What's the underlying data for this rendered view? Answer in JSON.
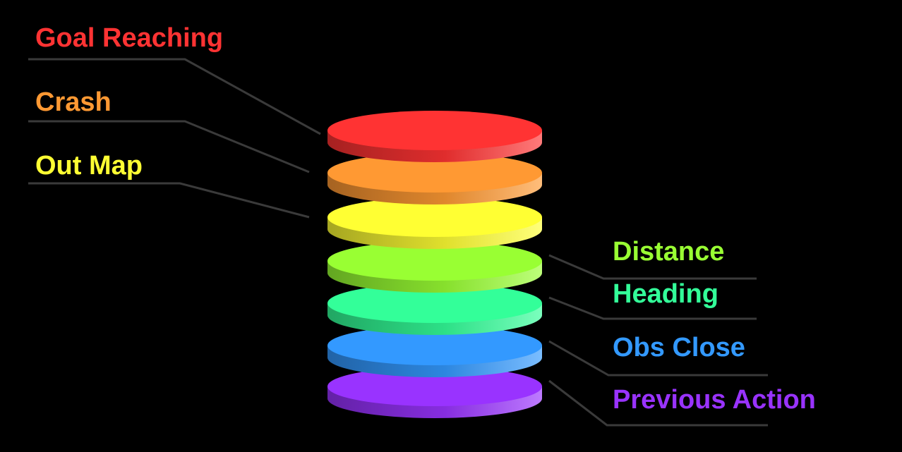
{
  "layers": [
    {
      "label": "Goal Reaching",
      "color": "#ff3333",
      "side": "left"
    },
    {
      "label": "Crash",
      "color": "#ff9933",
      "side": "left"
    },
    {
      "label": "Out Map",
      "color": "#ffff33",
      "side": "left"
    },
    {
      "label": "Distance",
      "color": "#99ff33",
      "side": "right"
    },
    {
      "label": "Heading",
      "color": "#33ff99",
      "side": "right"
    },
    {
      "label": "Obs Close",
      "color": "#3399ff",
      "side": "right"
    },
    {
      "label": "Previous Action",
      "color": "#9933ff",
      "side": "right"
    }
  ]
}
